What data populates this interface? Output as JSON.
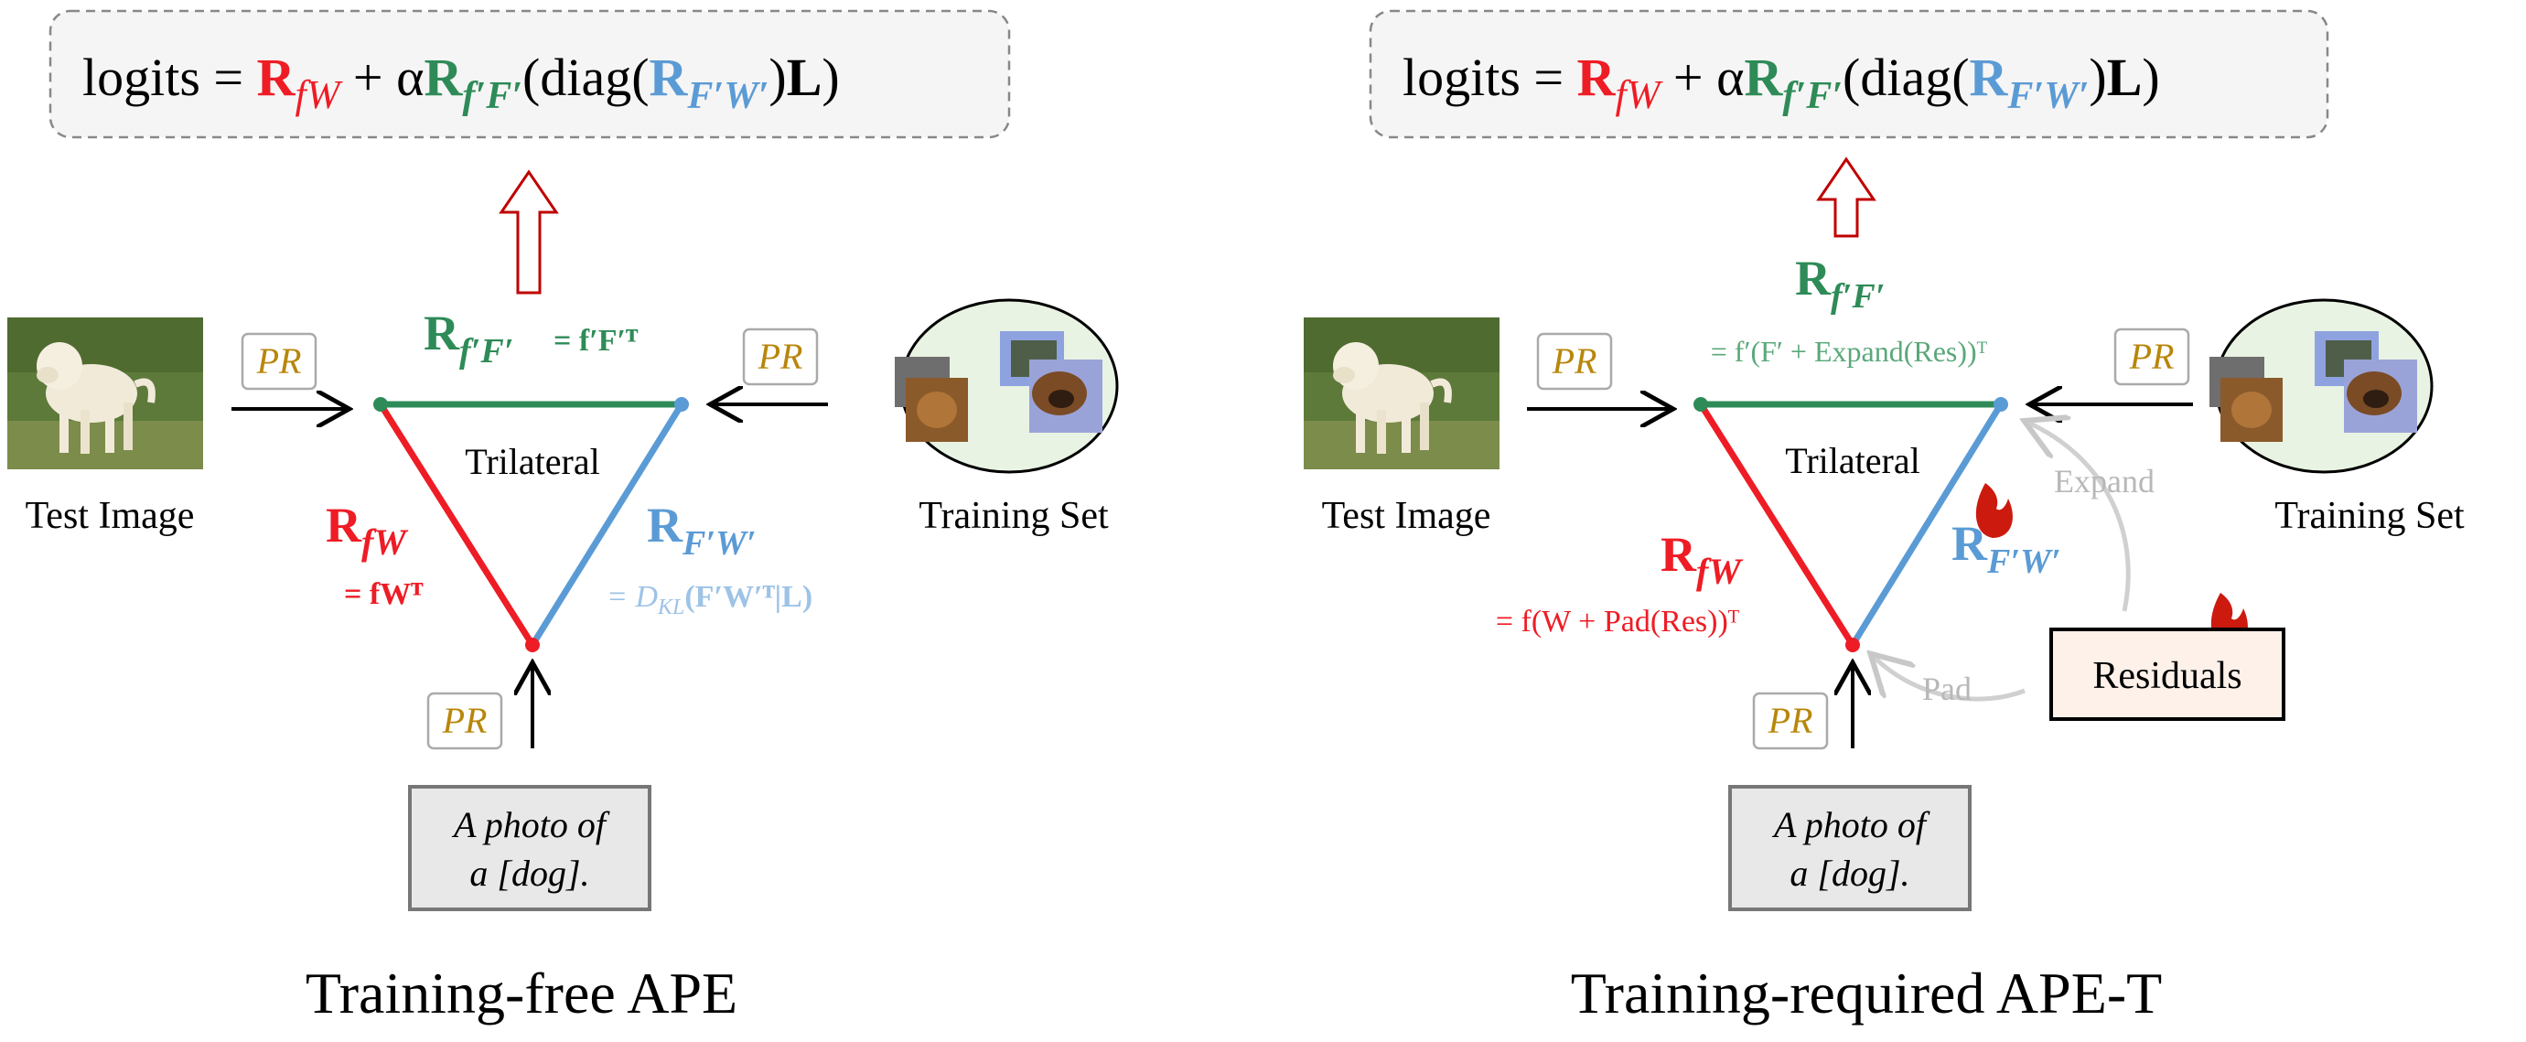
{
  "panels": [
    {
      "formula": {
        "prefix": "logits = ",
        "R": "R",
        "sub_fW": "fW",
        "plus_alpha": " + α",
        "sub_fF": "f′F′",
        "diag_open": "(diag(",
        "sub_FW": "F′W′",
        "L_close_a": ")",
        "L": "L",
        "L_close_b": ")"
      },
      "test_image_label": "Test Image",
      "training_set_label": "Training Set",
      "pr": "PR",
      "trilateral": "Trilateral",
      "r_top": {
        "R": "R",
        "sub": "f′F′",
        "eq": "= f′F′ᵀ"
      },
      "r_left": {
        "R": "R",
        "sub": "fW",
        "eq": "= fWᵀ"
      },
      "r_right": {
        "R": "R",
        "sub": "F′W′",
        "eq": "= D",
        "eq_sub": "KL",
        "eq_rest": "(F′W′ᵀ|L)"
      },
      "prompt": {
        "line1": "A photo of",
        "line2": "a [dog]."
      },
      "caption": "Training-free APE"
    },
    {
      "formula": {
        "prefix": "logits = ",
        "R": "R",
        "sub_fW": "fW",
        "plus_alpha": " + α",
        "sub_fF": "f′F′",
        "diag_open": "(diag(",
        "sub_FW": "F′W′",
        "L_close_a": ")",
        "L": "L",
        "L_close_b": ")"
      },
      "test_image_label": "Test Image",
      "training_set_label": "Training Set",
      "pr": "PR",
      "trilateral": "Trilateral",
      "r_top": {
        "R": "R",
        "sub": "f′F′",
        "eq": "= f′(F′ + Expand(Res))ᵀ"
      },
      "r_left": {
        "R": "R",
        "sub": "fW",
        "eq": "= f(W + Pad(Res))ᵀ"
      },
      "r_right": {
        "R": "R",
        "sub": "F′W′"
      },
      "expand_label": "Expand",
      "pad_label": "Pad",
      "residuals_label": "Residuals",
      "prompt": {
        "line1": "A photo of",
        "line2": "a [dog]."
      },
      "caption": "Training-required APE-T"
    }
  ],
  "colors": {
    "red": "#ee1c25",
    "green": "#2e8b57",
    "blue": "#5b9bd5",
    "lightblue": "#9dc3e6",
    "gold": "#b8860b",
    "gray": "#b0b0b0",
    "formula_bg": "#f5f5f5",
    "oval_bg": "#e8f3e3",
    "residual_bg": "#fdf1ea"
  }
}
